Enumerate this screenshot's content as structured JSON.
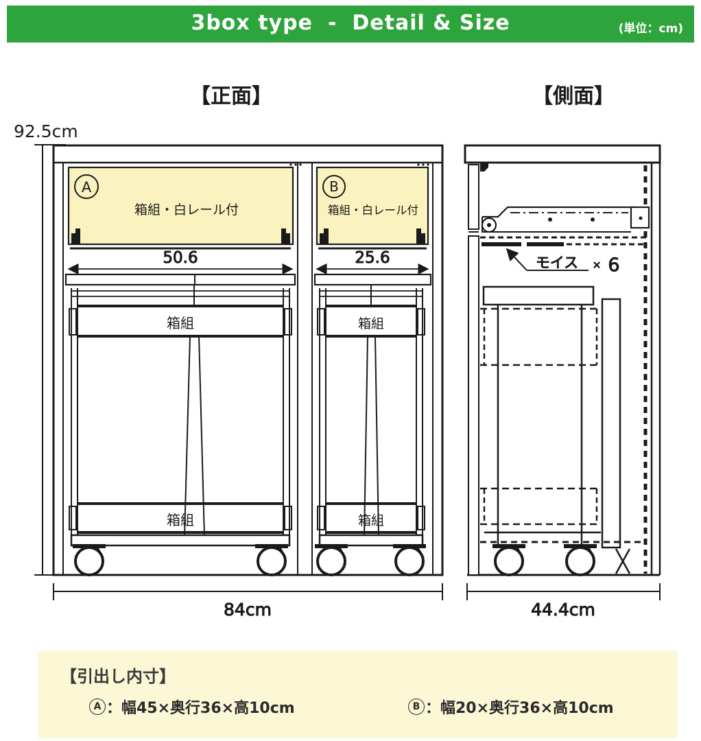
{
  "header": {
    "title_left": "3box type",
    "dash": "-",
    "title_right": "Detail & Size",
    "unit": "(単位：cm)"
  },
  "front": {
    "view_title": "【正面】",
    "height": "92.5cm",
    "width": "84cm",
    "drawer_a": {
      "badge": "A",
      "label": "箱組・白レール付",
      "inner_width": "50.6"
    },
    "drawer_b": {
      "badge": "B",
      "label": "箱組・白レール付",
      "inner_width": "25.6"
    },
    "cart_a": {
      "upper": "箱組",
      "lower": "箱組"
    },
    "cart_b": {
      "upper": "箱組",
      "lower": "箱組"
    }
  },
  "side": {
    "view_title": "【側面】",
    "depth": "44.4cm",
    "moist": {
      "name": "モイス",
      "times": "×",
      "count": "6"
    }
  },
  "note": {
    "title": "【引出し内寸】",
    "items": [
      {
        "badge": "A",
        "text": "：幅45×奥行36×高10cm"
      },
      {
        "badge": "B",
        "text": "：幅20×奥行36×高10cm"
      }
    ]
  },
  "colors": {
    "header_green": "#2EA43C",
    "drawer_yellow": "#FAF3C0",
    "note_yellow": "#FCF8D6",
    "line": "#1a1a1a"
  }
}
